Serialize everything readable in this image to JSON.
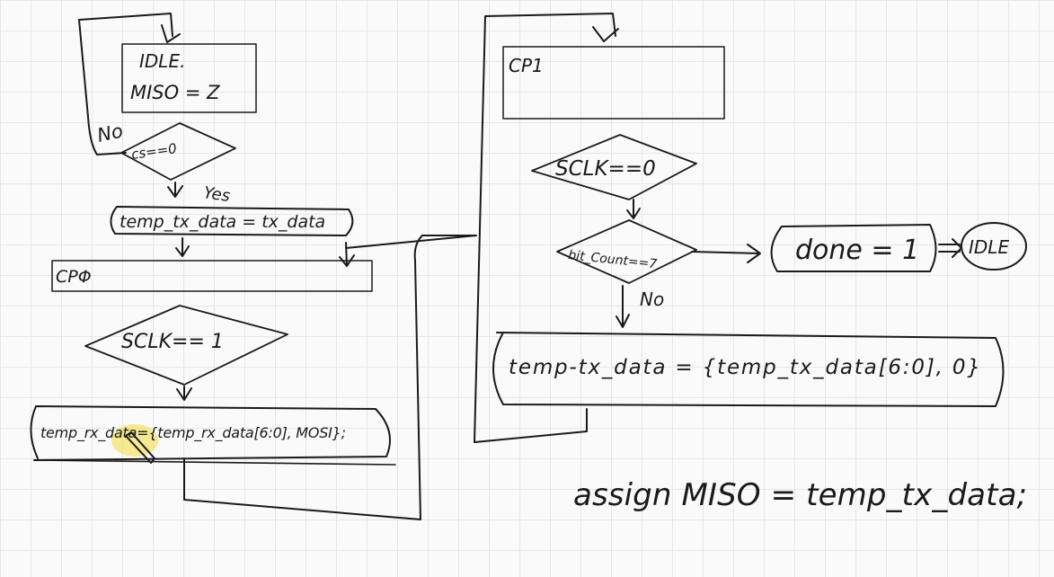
{
  "left_flow": {
    "idle_box": {
      "line1": "IDLE.",
      "line2": "MISO = Z"
    },
    "no_label": "No",
    "cs_condition": "cs==0",
    "yes_label": "Yes",
    "load_action": "temp_tx_data = tx_data",
    "cp0_label": "CPΦ",
    "sclk1_condition": "SCLK== 1",
    "shift_action": "temp_rx_data={temp_rx_data[6:0], MOSI};"
  },
  "right_flow": {
    "cp1_label": "CP1",
    "sclk0_condition": "SCLK==0",
    "bitcount_condition": "bit_Count==7",
    "done_action": "done = 1",
    "idle_end": "IDLE",
    "no_label": "No",
    "shift_action": "temp-tx_data = {temp_tx_data[6:0], 0}"
  },
  "assign_statement": "assign MISO = temp_tx_data;",
  "highlight_color": "#f5e05a",
  "ink_color": "#1a1a1a"
}
